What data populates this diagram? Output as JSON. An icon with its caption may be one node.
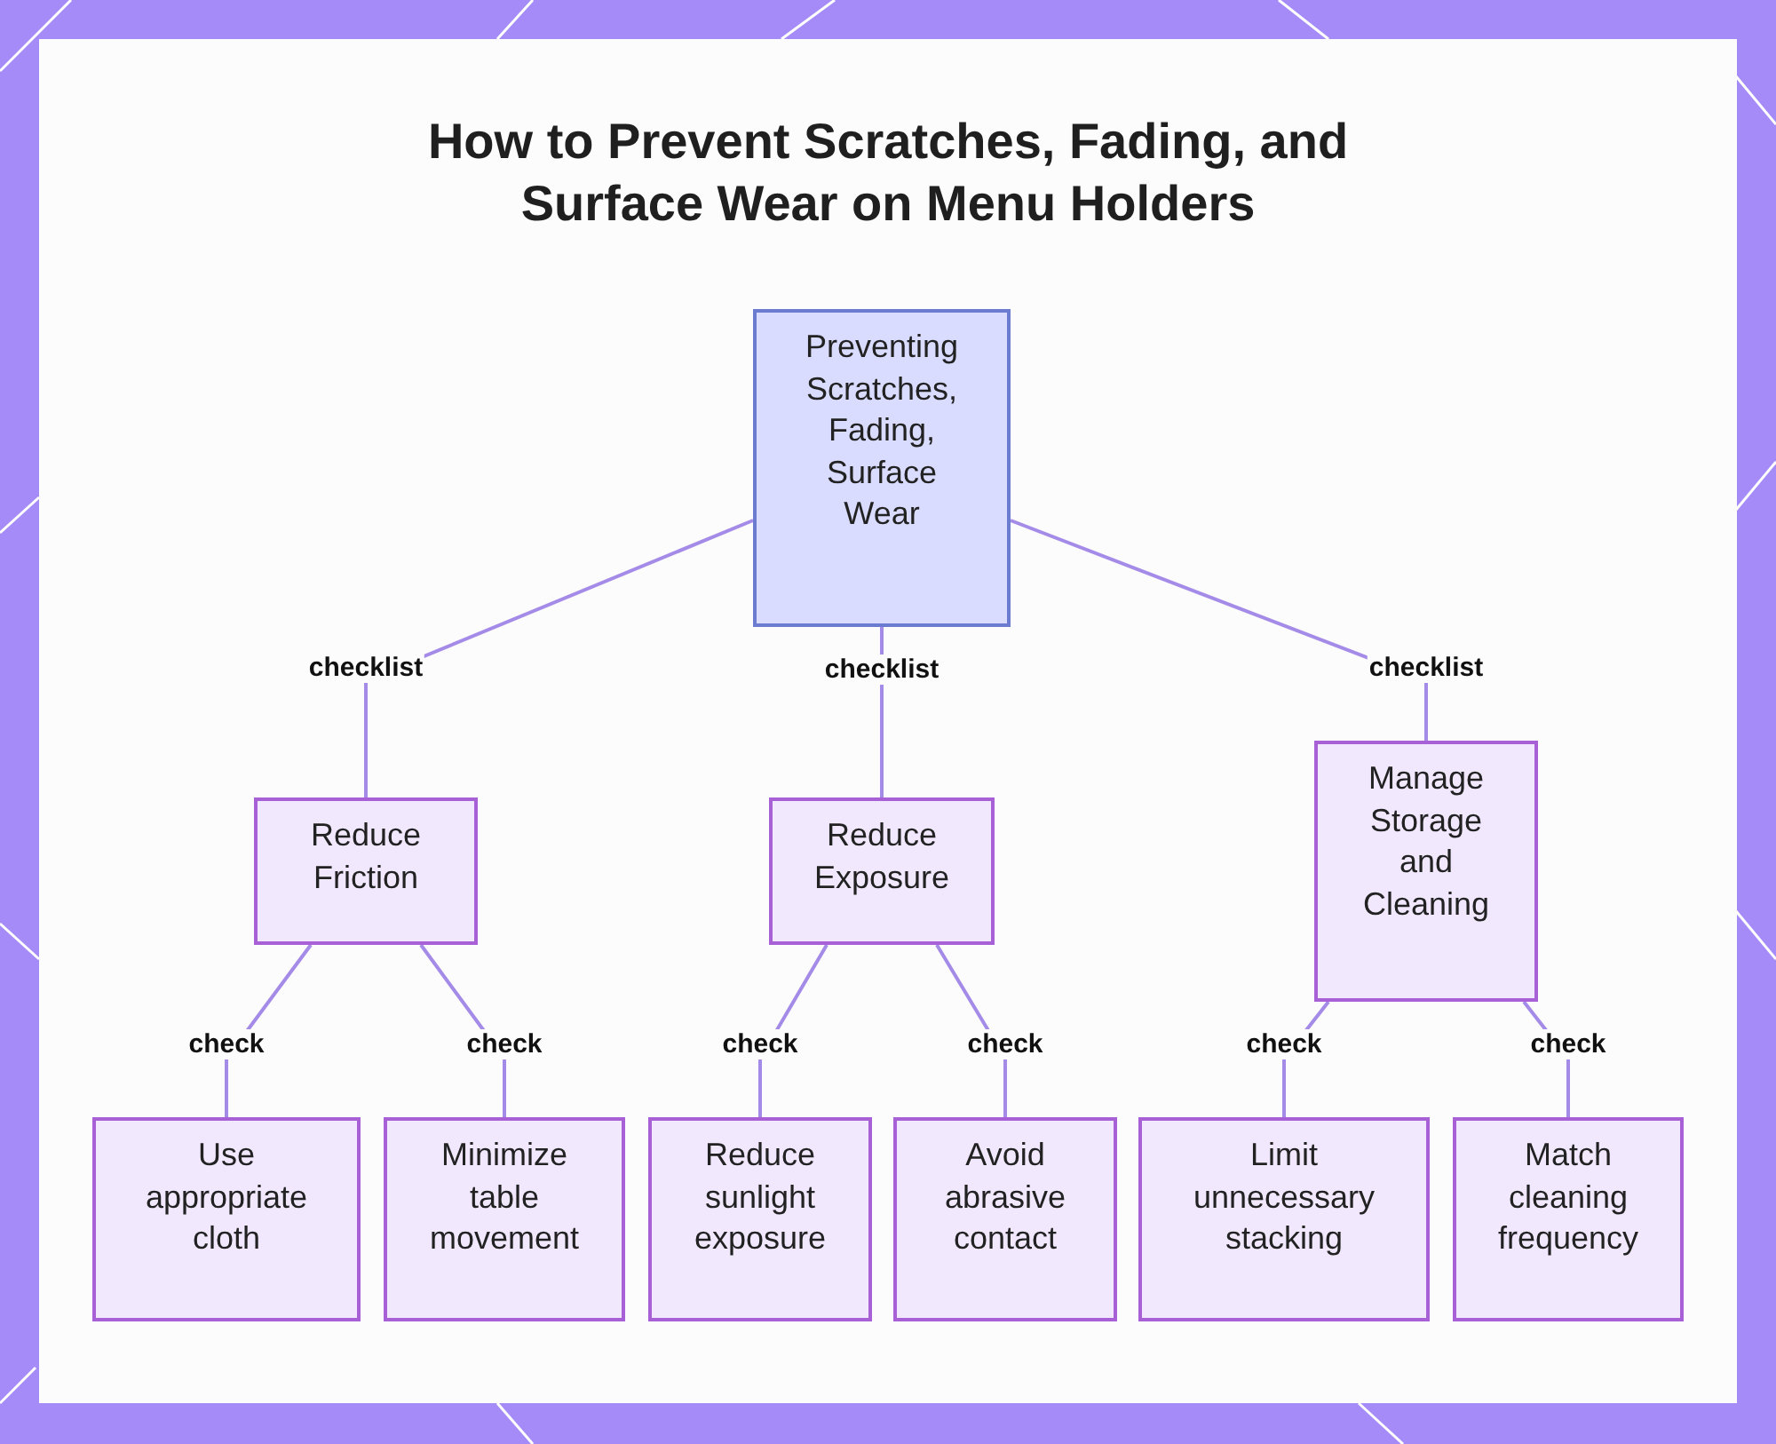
{
  "diagram": {
    "title": "How to Prevent Scratches, Fading, and Surface Wear on Menu Holders",
    "nodes": [
      {
        "text": [
          "Preventing Scratches, Fading, Surface Wear"
        ]
      },
      {
        "text": [
          "Reduce Friction"
        ]
      },
      {
        "text": [
          "Reduce Exposure"
        ]
      },
      {
        "text": [
          "Manage Storage and Cleaning"
        ]
      },
      {
        "text": [
          "Use appropriate cloth"
        ]
      },
      {
        "text": [
          "Minimize table movement"
        ]
      },
      {
        "text": [
          "Reduce sunlight exposure"
        ]
      },
      {
        "text": [
          "Avoid abrasive contact"
        ]
      },
      {
        "text": [
          "Limit unnecessary stacking"
        ]
      },
      {
        "text": [
          "Match cleaning frequency"
        ]
      }
    ],
    "edges": [
      {
        "from": 0,
        "to": 1,
        "arrow": "none",
        "label": "checklist"
      },
      {
        "from": 0,
        "to": 2,
        "arrow": "none",
        "label": "checklist"
      },
      {
        "from": 0,
        "to": 3,
        "arrow": "none",
        "label": "checklist"
      },
      {
        "from": 1,
        "to": 4,
        "arrow": "none",
        "label": "check"
      },
      {
        "from": 1,
        "to": 5,
        "arrow": "none",
        "label": "check"
      },
      {
        "from": 2,
        "to": 6,
        "arrow": "none",
        "label": "check"
      },
      {
        "from": 2,
        "to": 7,
        "arrow": "none",
        "label": "check"
      },
      {
        "from": 3,
        "to": 8,
        "arrow": "none",
        "label": "check"
      },
      {
        "from": 3,
        "to": 9,
        "arrow": "none",
        "label": "check"
      }
    ]
  }
}
